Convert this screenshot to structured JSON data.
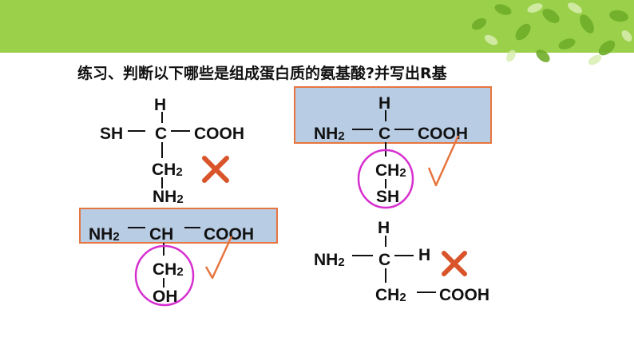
{
  "question": "练习、判断以下哪些是组成蛋白质的氨基酸?并写出R基",
  "colors": {
    "header": "#9ad04a",
    "highlight_box": "#b8cce4",
    "box_border": "#e7753f",
    "circle": "#d62fd0",
    "check": "#e7753f",
    "cross": "#d9542a"
  },
  "molecule1": {
    "h": "H",
    "sh": "SH",
    "c": "C",
    "cooh": "COOH",
    "ch2": "CH2",
    "nh2": "NH2",
    "verdict_icon": "cross-icon"
  },
  "molecule2": {
    "nh2": "NH2",
    "ch": "CH",
    "cooh": "COOH",
    "ch2": "CH2",
    "oh": "OH",
    "verdict": "√"
  },
  "molecule3": {
    "h": "H",
    "nh2": "NH2",
    "c": "C",
    "cooh": "COOH",
    "ch2": "CH2",
    "sh": "SH",
    "verdict": "√"
  },
  "molecule4": {
    "h_top": "H",
    "nh2": "NH2",
    "c": "C",
    "h_right": "H",
    "ch2": "CH2",
    "cooh": "COOH",
    "verdict_icon": "cross-icon"
  }
}
